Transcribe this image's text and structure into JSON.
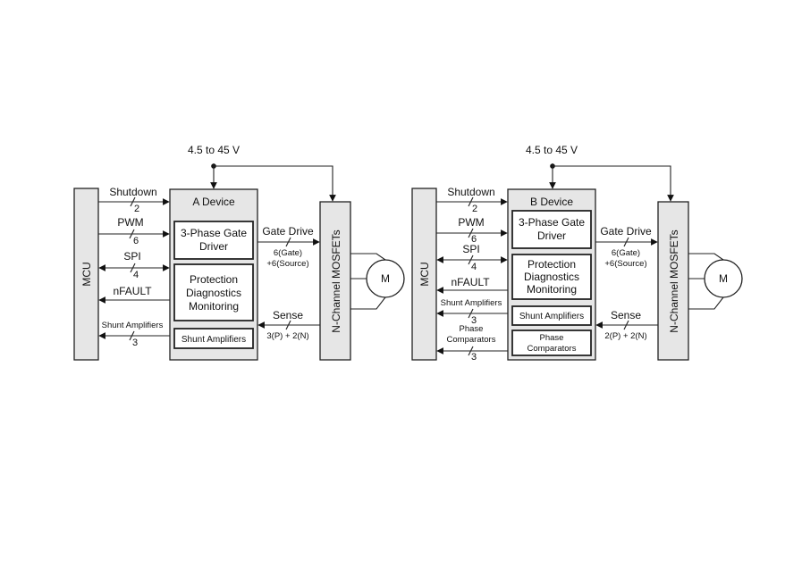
{
  "left": {
    "supply": "4.5 to 45 V",
    "mcu": "MCU",
    "device_title": "A Device",
    "gate_driver": [
      "3-Phase Gate",
      "Driver"
    ],
    "protection": [
      "Protection",
      "Diagnostics",
      "Monitoring"
    ],
    "shunt_block": "Shunt Amplifiers",
    "mosfets": "N-Channel MOSFETs",
    "motor": "M",
    "shutdown": "Shutdown",
    "shutdown_count": "2",
    "pwm": "PWM",
    "pwm_count": "6",
    "spi": "SPI",
    "spi_count": "4",
    "nfault": "nFAULT",
    "shunt_out": "Shunt Amplifiers",
    "shunt_out_count": "3",
    "gate_drive": "Gate Drive",
    "gate_drive_detail": [
      "6(Gate)",
      "+6(Source)"
    ],
    "sense": "Sense",
    "sense_detail": "3(P) + 2(N)"
  },
  "right": {
    "supply": "4.5 to 45 V",
    "mcu": "MCU",
    "device_title": "B Device",
    "gate_driver": [
      "3-Phase Gate",
      "Driver"
    ],
    "protection": [
      "Protection",
      "Diagnostics",
      "Monitoring"
    ],
    "shunt_block": "Shunt Amplifiers",
    "comparator_block": [
      "Phase",
      "Comparators"
    ],
    "mosfets": "N-Channel MOSFETs",
    "motor": "M",
    "shutdown": "Shutdown",
    "shutdown_count": "2",
    "pwm": "PWM",
    "pwm_count": "6",
    "spi": "SPI",
    "spi_count": "4",
    "nfault": "nFAULT",
    "shunt_out": "Shunt Amplifiers",
    "shunt_out_count": "3",
    "comp_out": [
      "Phase",
      "Comparators"
    ],
    "comp_out_count": "3",
    "gate_drive": "Gate Drive",
    "gate_drive_detail": [
      "6(Gate)",
      "+6(Source)"
    ],
    "sense": "Sense",
    "sense_detail": "2(P) + 2(N)"
  }
}
